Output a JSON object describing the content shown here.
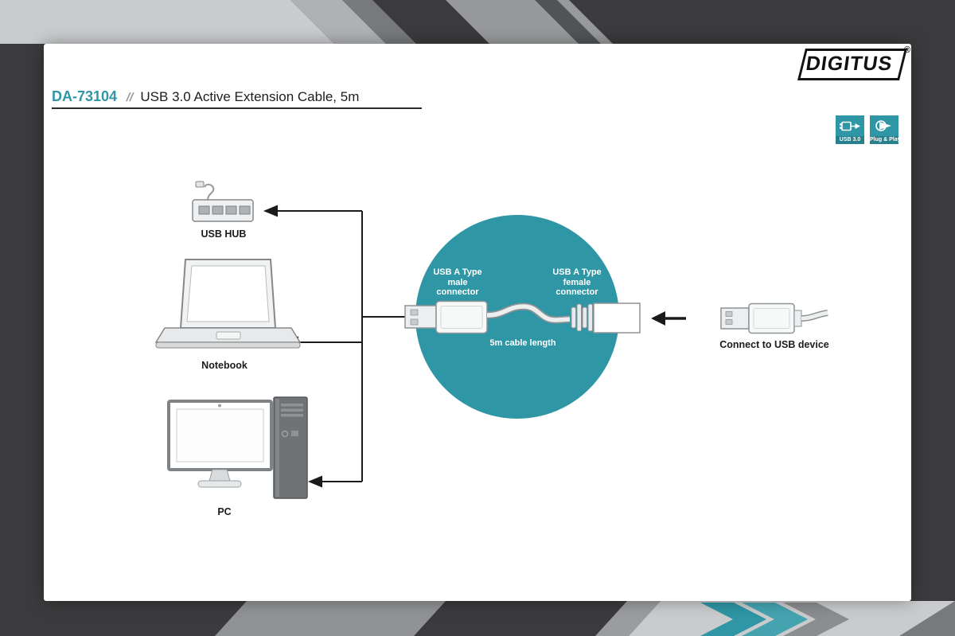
{
  "brand": {
    "logo_text": "DIGITUS",
    "registered_mark": "®"
  },
  "header": {
    "model": "DA-73104",
    "separator": "//",
    "title": "USB 3.0 Active Extension Cable, 5m"
  },
  "badges": [
    {
      "icon": "usb-plug-icon",
      "label": "USB 3.0"
    },
    {
      "icon": "play-icon",
      "label": "Plug & Play"
    }
  ],
  "diagram": {
    "devices": [
      {
        "icon": "usb-hub-icon",
        "label": "USB HUB"
      },
      {
        "icon": "notebook-icon",
        "label": "Notebook"
      },
      {
        "icon": "pc-icon",
        "label": "PC"
      }
    ],
    "cable": {
      "male_label": "USB A Type\nmale\nconnector",
      "female_label": "USB A Type\nfemale\nconnector",
      "length_label": "5m cable length"
    },
    "right_label": "Connect to USB device"
  },
  "colors": {
    "teal": "#2E96A4",
    "dark_bg": "#3B3B3D"
  }
}
